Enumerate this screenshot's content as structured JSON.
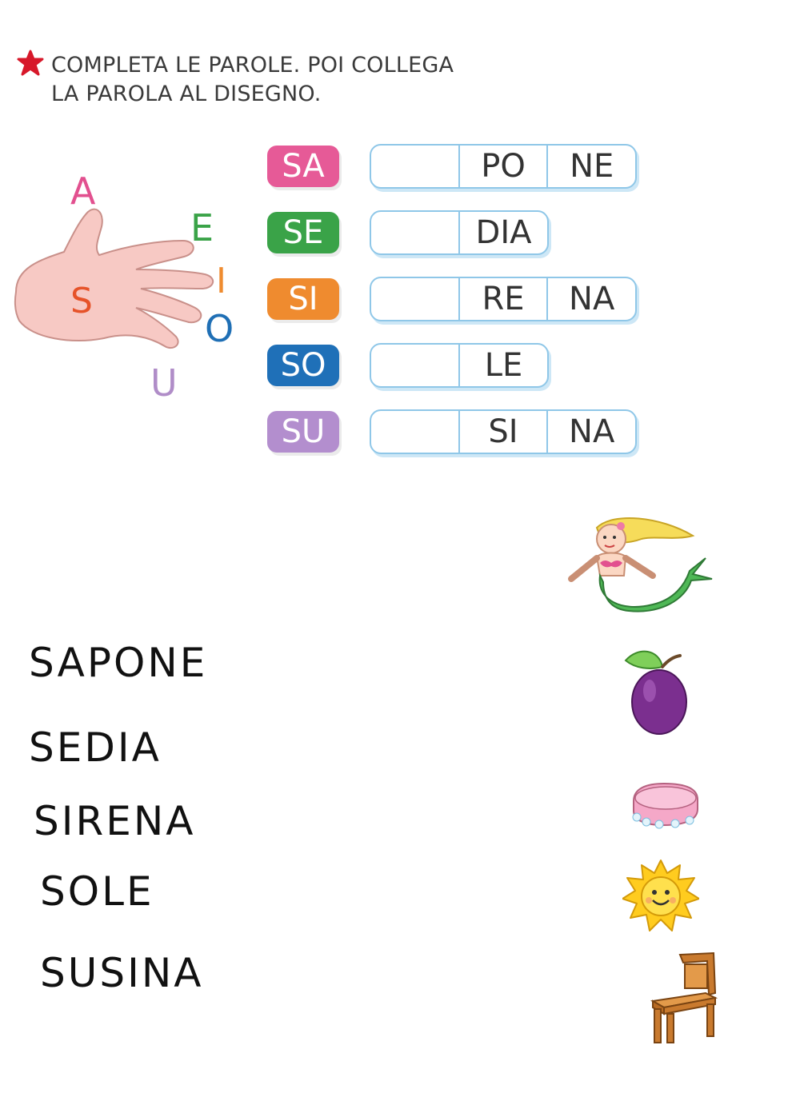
{
  "instruction": {
    "line1": "COMPLETA LE PAROLE. POI COLLEGA",
    "line2": "LA PAROLA AL DISEGNO."
  },
  "hand": {
    "center_letter": "S",
    "vowels": [
      "A",
      "E",
      "I",
      "O",
      "U"
    ]
  },
  "syllables": [
    {
      "label": "SA",
      "color": "#e65a97",
      "parts": [
        "",
        "PO",
        "NE"
      ]
    },
    {
      "label": "SE",
      "color": "#3aa348",
      "parts": [
        "",
        "DIA"
      ]
    },
    {
      "label": "SI",
      "color": "#ef8b2f",
      "parts": [
        "",
        "RE",
        "NA"
      ]
    },
    {
      "label": "SO",
      "color": "#1f70b8",
      "parts": [
        "",
        "LE"
      ]
    },
    {
      "label": "SU",
      "color": "#b38ece",
      "parts": [
        "",
        "SI",
        "NA"
      ]
    }
  ],
  "words": [
    "SAPONE",
    "SEDIA",
    "SIRENA",
    "SOLE",
    "SUSINA"
  ],
  "pictures": [
    "mermaid-icon",
    "plum-icon",
    "soap-icon",
    "sun-icon",
    "chair-icon"
  ],
  "colors": {
    "box_border": "#8fc7e8",
    "star": "#d7182a"
  }
}
